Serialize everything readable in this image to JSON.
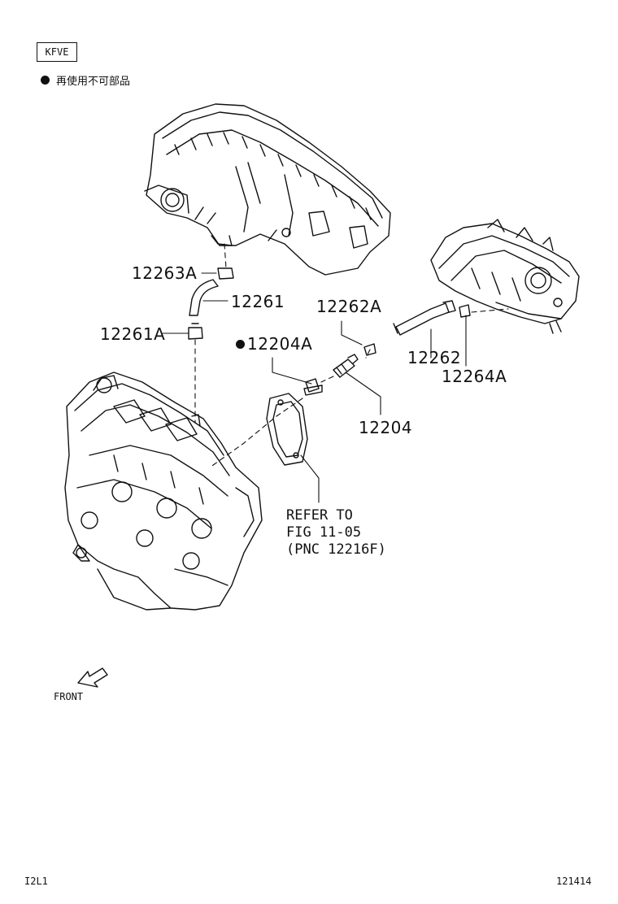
{
  "engine_code": "KFVE",
  "legend": {
    "symbol": "●",
    "text": "再使用不可部品"
  },
  "parts": {
    "p12263A": "12263A",
    "p12261": "12261",
    "p12261A": "12261A",
    "p12204A": "12204A",
    "p12262A": "12262A",
    "p12262": "12262",
    "p12264A": "12264A",
    "p12204": "12204"
  },
  "refer": {
    "line1": "REFER TO",
    "line2": "FIG 11-05",
    "line3": "(PNC 12216F)"
  },
  "front_label": "FRONT",
  "footer": {
    "left_code": "I2L1",
    "right_code": "121414"
  },
  "colors": {
    "ink": "#111111",
    "background": "#ffffff"
  }
}
